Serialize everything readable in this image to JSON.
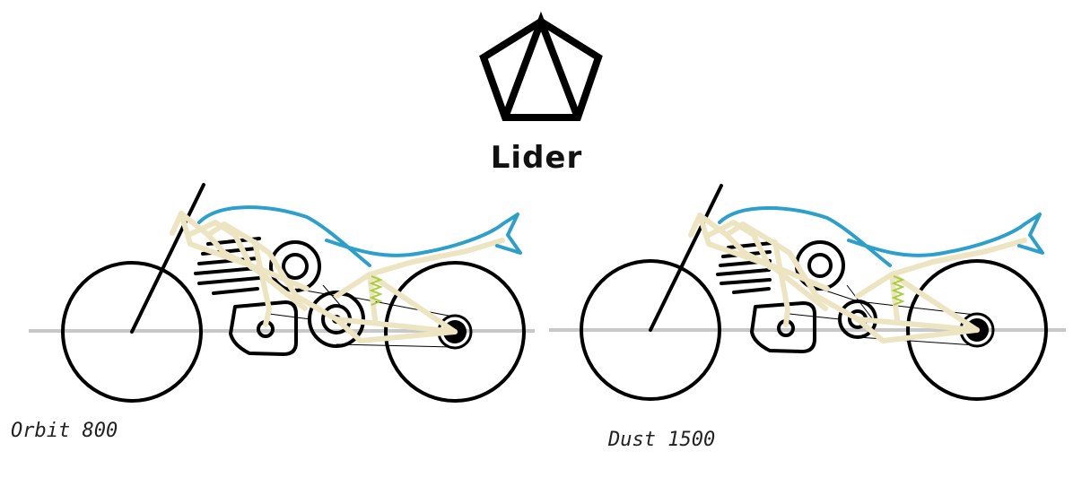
{
  "brand": {
    "name": "Lider",
    "logo_icon": "pentagon-logo-icon"
  },
  "models": [
    {
      "name": "Orbit 800"
    },
    {
      "name": "Dust 1500"
    }
  ],
  "colors": {
    "outline": "#000000",
    "tank": "#2c9fca",
    "frame": "#ede4c2",
    "suspension": "#a9cf36",
    "ground": "#c8c8c8"
  }
}
